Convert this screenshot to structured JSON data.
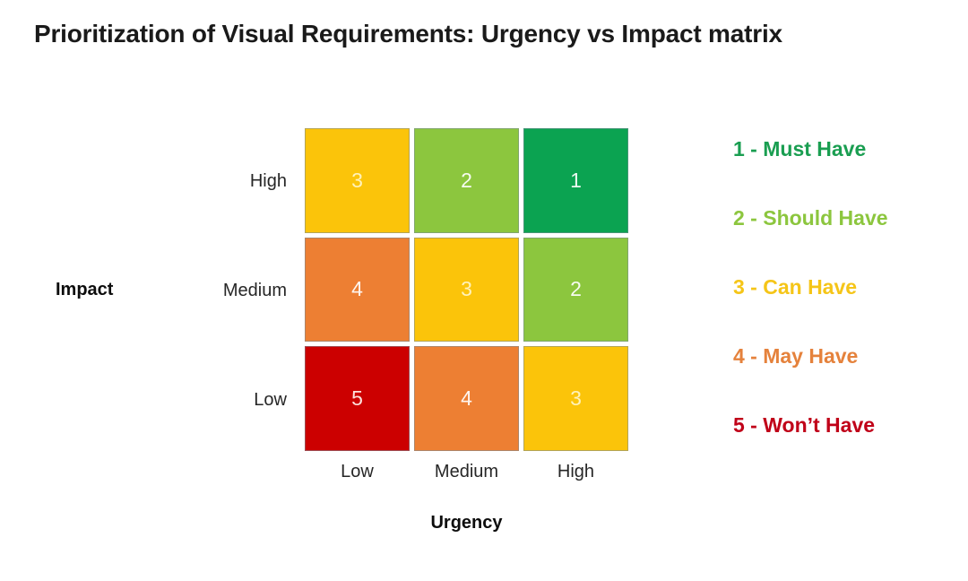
{
  "page": {
    "title": "Prioritization of Visual Requirements: Urgency vs Impact matrix",
    "background_color": "#ffffff"
  },
  "chart_data": {
    "type": "heatmap",
    "title": "Prioritization of Visual Requirements: Urgency vs Impact matrix",
    "xlabel": "Urgency",
    "ylabel": "Impact",
    "x_categories": [
      "Low",
      "Medium",
      "High"
    ],
    "y_categories": [
      "High",
      "Medium",
      "Low"
    ],
    "grid": false,
    "legend_position": "right",
    "cells": [
      {
        "row": "High",
        "col": "Low",
        "value": "3",
        "color": "#FBC40A",
        "priority": 3
      },
      {
        "row": "High",
        "col": "Medium",
        "value": "2",
        "color": "#8CC63E",
        "priority": 2
      },
      {
        "row": "High",
        "col": "High",
        "value": "1",
        "color": "#0BA351",
        "priority": 1
      },
      {
        "row": "Medium",
        "col": "Low",
        "value": "4",
        "color": "#ED7F33",
        "priority": 4
      },
      {
        "row": "Medium",
        "col": "Medium",
        "value": "3",
        "color": "#FBC40A",
        "priority": 3
      },
      {
        "row": "Medium",
        "col": "High",
        "value": "2",
        "color": "#8CC63E",
        "priority": 2
      },
      {
        "row": "Low",
        "col": "Low",
        "value": "5",
        "color": "#CC0000",
        "priority": 5
      },
      {
        "row": "Low",
        "col": "Medium",
        "value": "4",
        "color": "#ED7F33",
        "priority": 4
      },
      {
        "row": "Low",
        "col": "High",
        "value": "3",
        "color": "#FBC40A",
        "priority": 3
      }
    ],
    "legend": [
      {
        "key": "1 -",
        "label": "Must Have",
        "text": "1 - Must Have",
        "color": "#1A9E51"
      },
      {
        "key": "2 -",
        "label": "Should Have",
        "text": "2 - Should Have",
        "color": "#8CC63E"
      },
      {
        "key": "3 -",
        "label": "Can Have",
        "text": "3 - Can Have",
        "color": "#F5C518"
      },
      {
        "key": "4 -",
        "label": "May Have",
        "text": "4 - May Have",
        "color": "#E5823C"
      },
      {
        "key": "5 -",
        "label": "Won’t Have",
        "text": "5 - Won’t Have",
        "color": "#C00018"
      }
    ]
  },
  "colors": {
    "priority_1": "#0BA351",
    "priority_2": "#8CC63E",
    "priority_3": "#FBC40A",
    "priority_4": "#ED7F33",
    "priority_5": "#CC0000",
    "cell_border": "#788A96",
    "title_text": "#1a1a1a",
    "axis_text": "#262626"
  }
}
